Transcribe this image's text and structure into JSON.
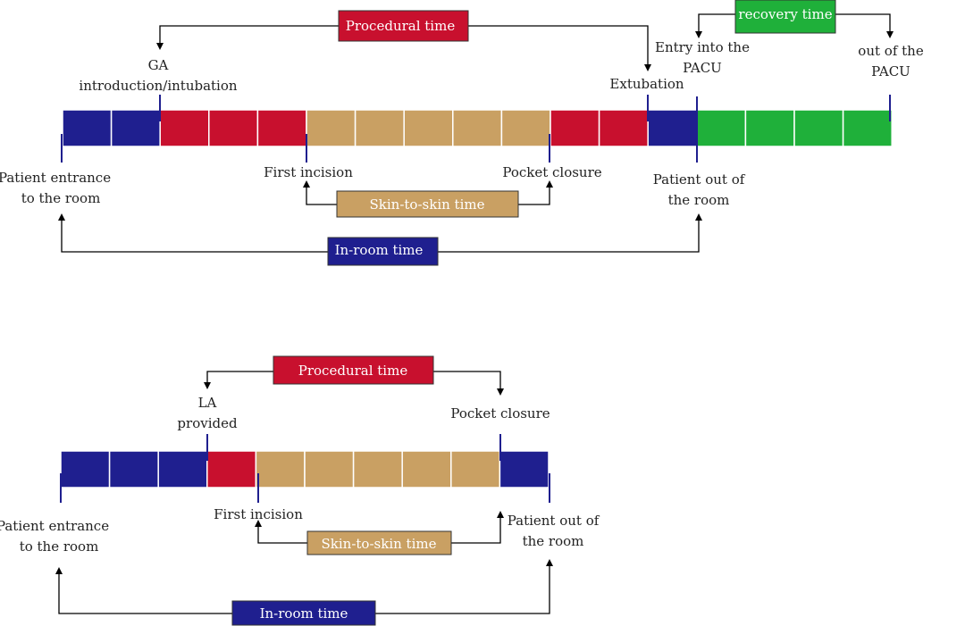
{
  "colors": {
    "blue": "#1f1f8f",
    "red": "#c8102e",
    "tan": "#c9a063",
    "green": "#1fb03a",
    "stroke": "#000000",
    "text": "#222222",
    "label_text": "#ffffff"
  },
  "diagram_top": {
    "segment_colors": [
      "blue",
      "blue",
      "red",
      "red",
      "red",
      "tan",
      "tan",
      "tan",
      "tan",
      "tan",
      "red",
      "red",
      "blue",
      "green",
      "green",
      "green",
      "green"
    ],
    "labels": {
      "ga_line1": "GA",
      "ga_line2": "introduction/intubation",
      "extubation": "Extubation",
      "entry_pacu_line1": "Entry into the",
      "entry_pacu_line2": "PACU",
      "out_pacu_line1": "out of the",
      "out_pacu_line2": "PACU",
      "patient_entrance_line1": "Patient entrance",
      "patient_entrance_line2": "to the room",
      "first_incision": "First incision",
      "pocket_closure": "Pocket closure",
      "patient_out_line1": "Patient out of",
      "patient_out_line2": "the room"
    },
    "spans": {
      "procedural_time": "Procedural time",
      "recovery_time": "recovery time",
      "skin_to_skin_time": "Skin-to-skin time",
      "in_room_time": "In-room time"
    }
  },
  "diagram_bottom": {
    "segment_colors": [
      "blue",
      "blue",
      "blue",
      "red",
      "tan",
      "tan",
      "tan",
      "tan",
      "tan",
      "blue"
    ],
    "labels": {
      "la_line1": "LA",
      "la_line2": "provided",
      "pocket_closure": "Pocket closure",
      "patient_entrance_line1": "Patient entrance",
      "patient_entrance_line2": "to the room",
      "first_incision": "First incision",
      "patient_out_line1": "Patient out of",
      "patient_out_line2": "the room"
    },
    "spans": {
      "procedural_time": "Procedural time",
      "skin_to_skin_time": "Skin-to-skin time",
      "in_room_time": "In-room time"
    }
  }
}
